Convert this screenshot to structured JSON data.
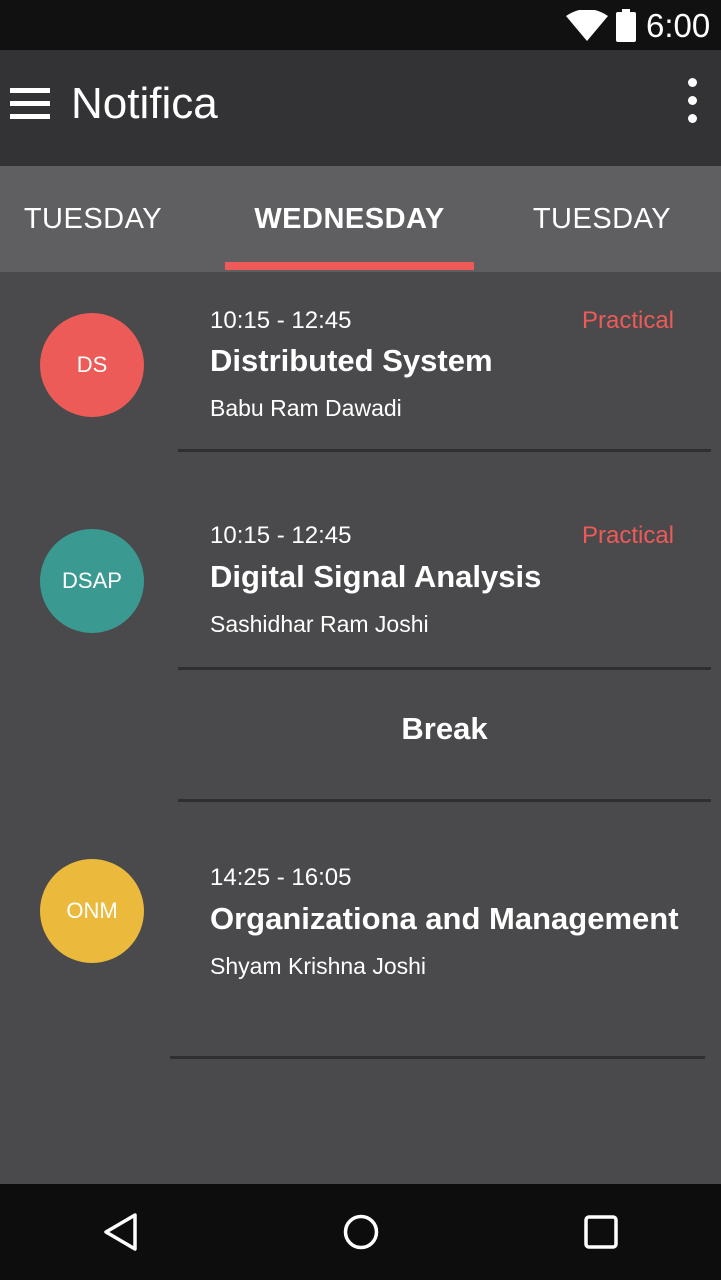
{
  "status_bar": {
    "time": "6:00",
    "icons": [
      "wifi-icon",
      "battery-icon"
    ]
  },
  "toolbar": {
    "title": "Notifica",
    "menu_icon": "menu-icon",
    "overflow_icon": "more-vert-icon"
  },
  "tabs": [
    {
      "label": "TUESDAY"
    },
    {
      "label": "WEDNESDAY",
      "selected": true
    },
    {
      "label": "TUESDAY"
    }
  ],
  "schedule": {
    "items": [
      {
        "abbr": "DS",
        "color": "#ec5b58",
        "time": "10:15 - 12:45",
        "tag": "Practical",
        "subject": "Distributed System",
        "teacher": "Babu Ram Dawadi"
      },
      {
        "abbr": "DSAP",
        "color": "#3a9a92",
        "time": "10:15 - 12:45",
        "tag": "Practical",
        "subject": "Digital Signal Analysis",
        "teacher": "Sashidhar Ram Joshi"
      },
      {
        "abbr": "ONM",
        "color": "#ebba3c",
        "time": "14:25 - 16:05",
        "tag": "",
        "subject": "Organizationa and Management",
        "teacher": "Shyam Krishna Joshi"
      }
    ],
    "break_label": "Break"
  },
  "nav_bar": {
    "icons": [
      "back-icon",
      "home-icon",
      "recents-icon"
    ]
  },
  "colors": {
    "accent": "#ed5a57",
    "background": "#4a4a4c",
    "toolbar": "#333335",
    "tabs": "#5f5f61"
  }
}
